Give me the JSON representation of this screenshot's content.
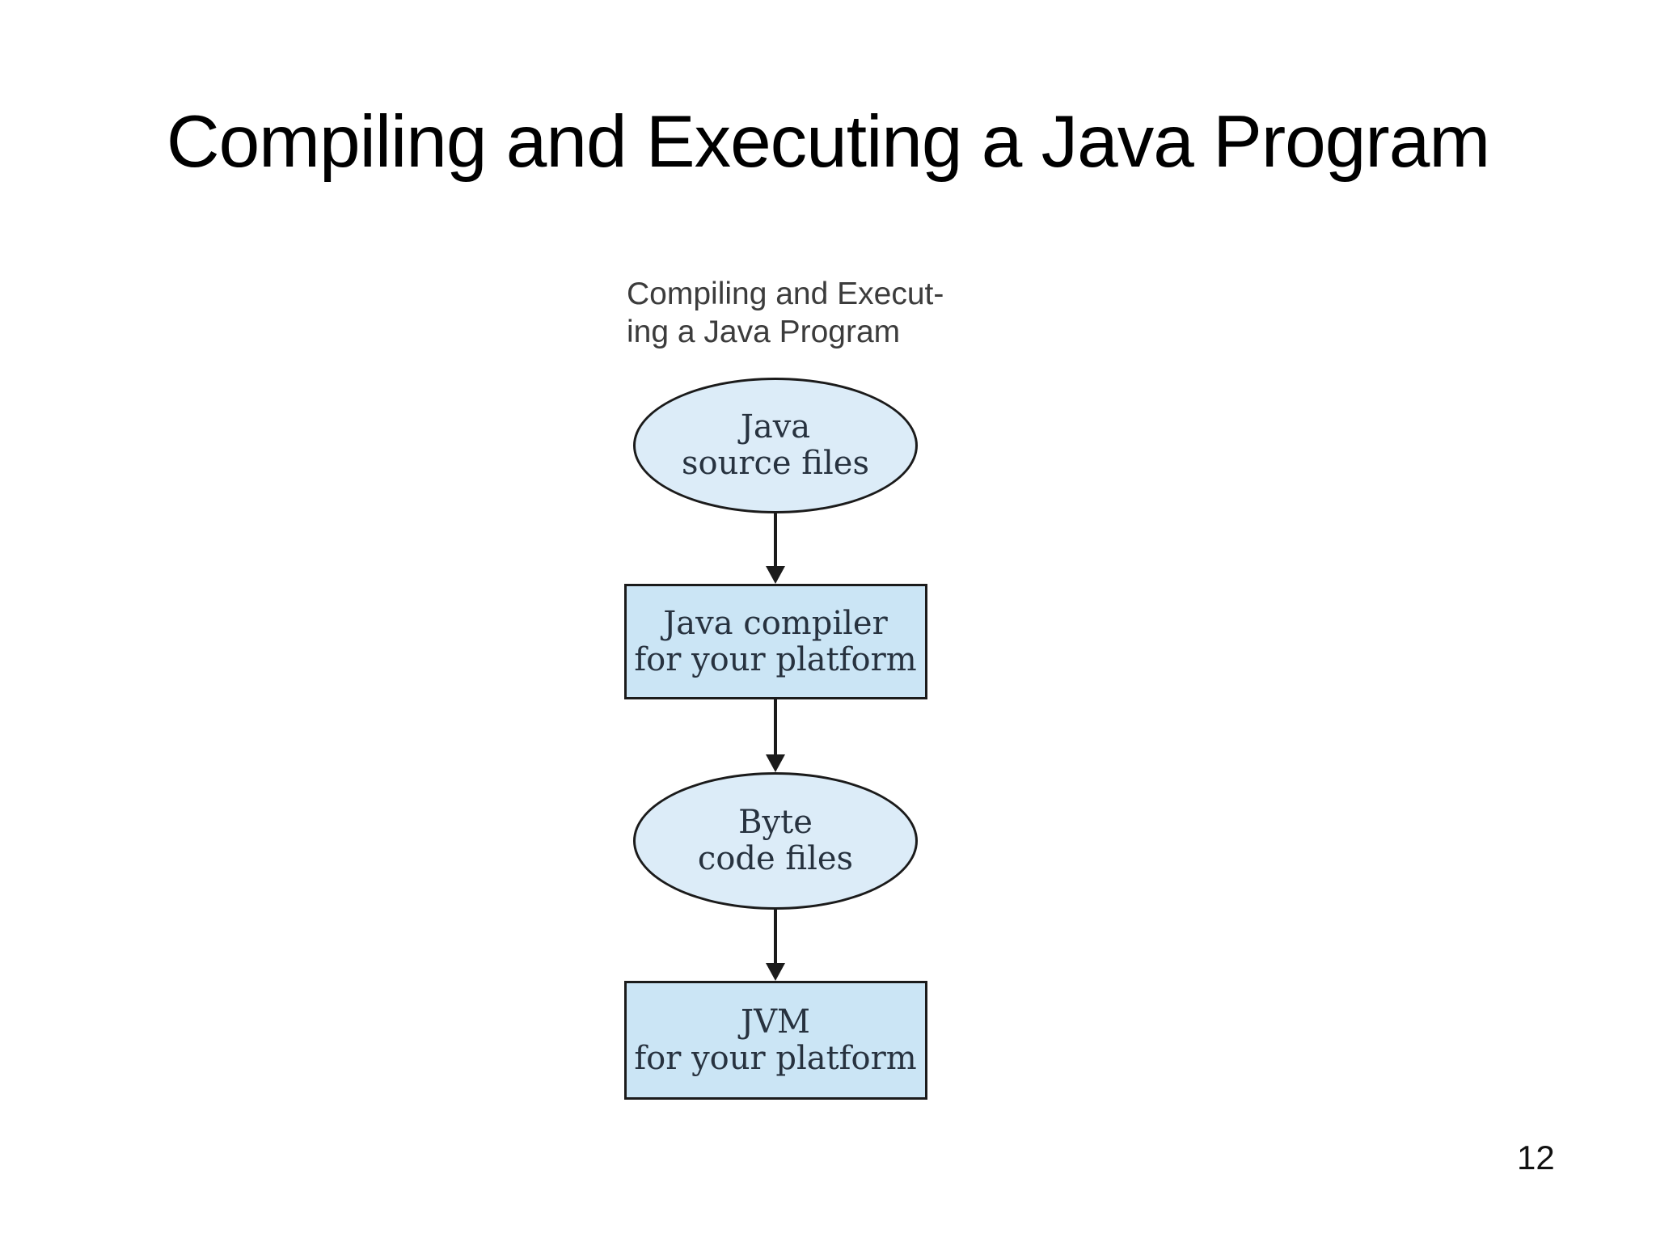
{
  "slide": {
    "title": "Compiling and Executing a Java Program",
    "page_number": "12"
  },
  "figure": {
    "caption": {
      "line1": "Compiling and Execut-",
      "line2": "ing a Java Program"
    },
    "flow": [
      {
        "shape": "ellipse",
        "label_line1": "Java",
        "label_line2": "source files"
      },
      {
        "shape": "rectangle",
        "label_line1": "Java compiler",
        "label_line2": "for your platform"
      },
      {
        "shape": "ellipse",
        "label_line1": "Byte",
        "label_line2": "code files"
      },
      {
        "shape": "rectangle",
        "label_line1": "JVM",
        "label_line2": "for your platform"
      }
    ],
    "colors": {
      "ellipse_fill": "#dcecf8",
      "rectangle_fill": "#cbe5f5",
      "shape_border": "#1b1b1b",
      "shape_text": "#27323f",
      "caption_text": "#3c3c3c",
      "title_text": "#000000"
    }
  }
}
